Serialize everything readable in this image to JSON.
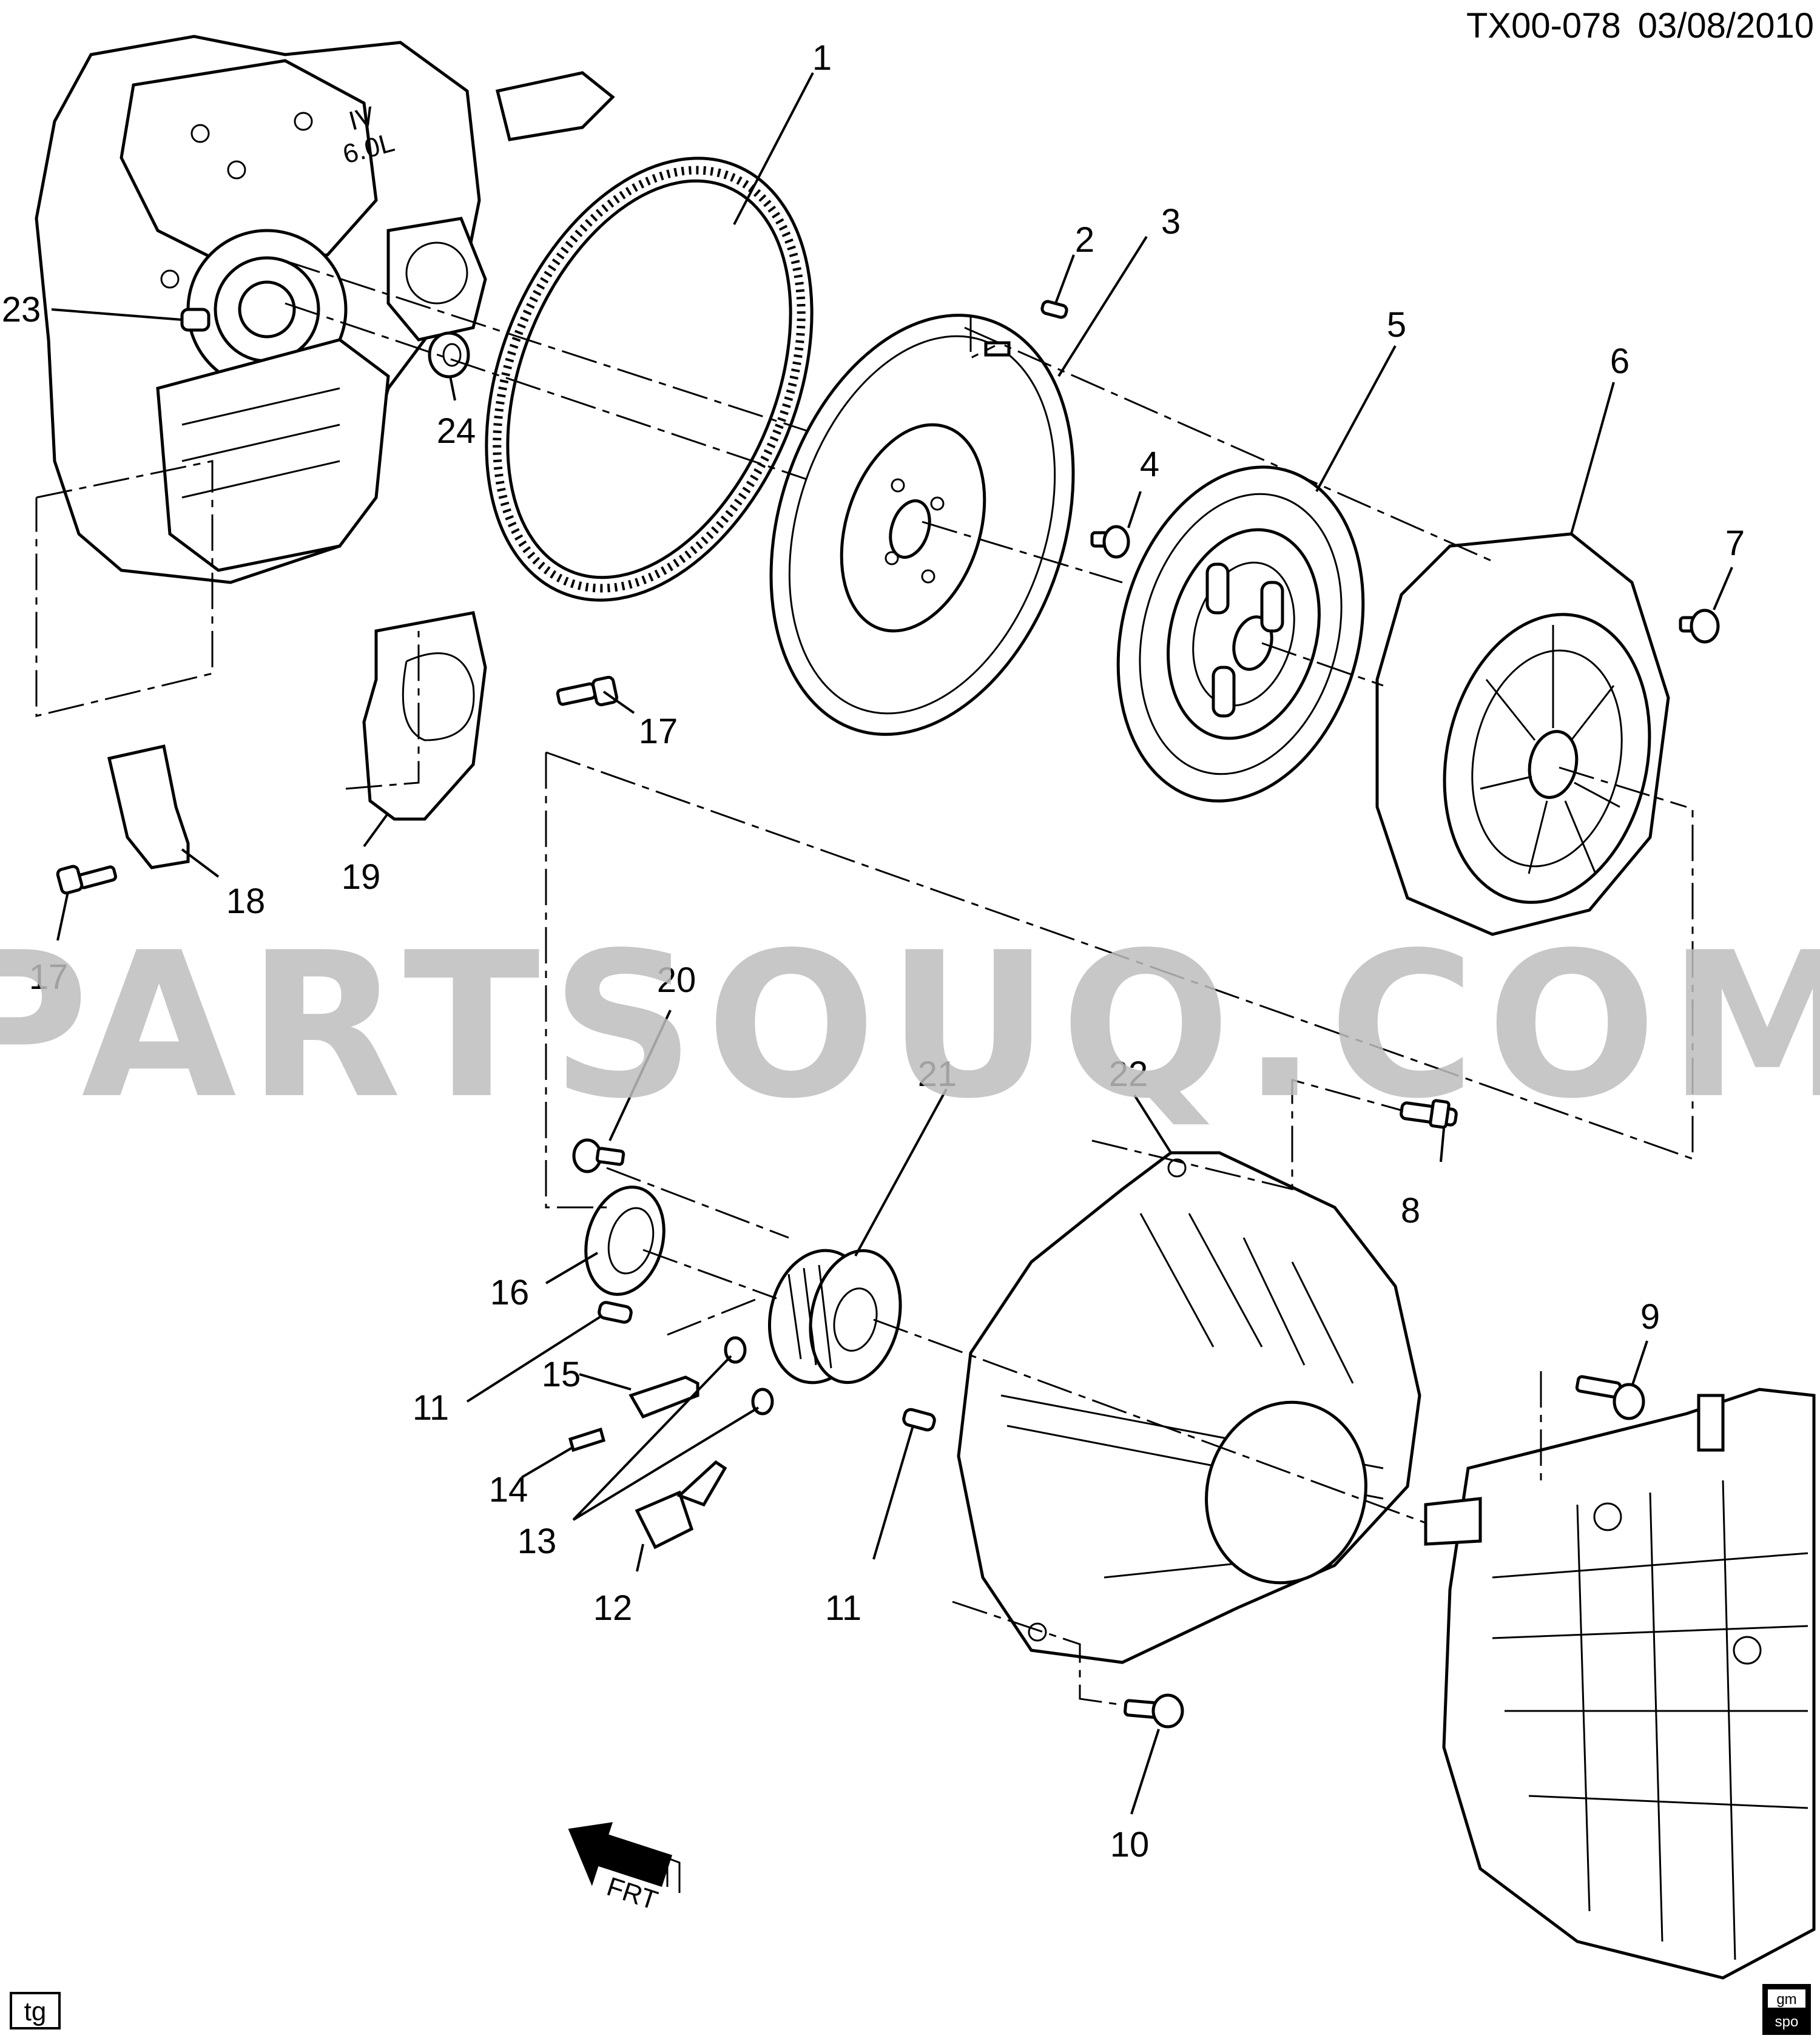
{
  "header": {
    "diagram_id": "TX00-078",
    "date": "03/08/2010"
  },
  "watermark": "PARTSOUQ.COM",
  "callouts": [
    "1",
    "2",
    "3",
    "4",
    "5",
    "6",
    "7",
    "8",
    "9",
    "10",
    "11",
    "11",
    "12",
    "13",
    "14",
    "15",
    "16",
    "17",
    "17",
    "18",
    "19",
    "20",
    "21",
    "22",
    "23",
    "24"
  ],
  "engine_marking": {
    "line1": "IV",
    "line2": "6.0L"
  },
  "front_arrow_label": "FRT",
  "corner_tags": {
    "left": "tg",
    "right_top": "gm",
    "right_bottom": "spo"
  }
}
